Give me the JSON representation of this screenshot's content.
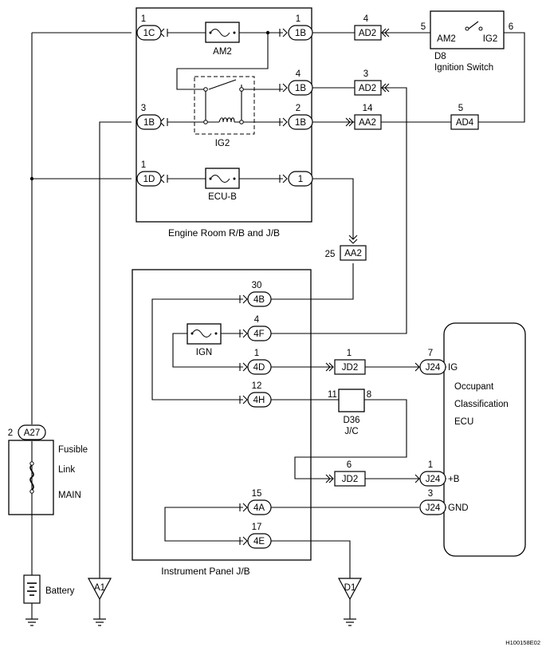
{
  "blocks": {
    "engine_room": "Engine Room R/B and J/B",
    "instrument_panel": "Instrument Panel J/B"
  },
  "fuses": {
    "am2": "AM2",
    "ecub": "ECU-B",
    "ign": "IGN"
  },
  "relay": {
    "ig2": "IG2"
  },
  "ignition_switch": {
    "code": "D8",
    "name": "Ignition Switch",
    "term_left": "AM2",
    "term_right": "IG2",
    "pin_left": "5",
    "pin_right": "6"
  },
  "fusible_link": {
    "line1": "Fusible",
    "line2": "Link",
    "line3": "MAIN"
  },
  "battery": {
    "label": "Battery"
  },
  "grounds": {
    "a1": "A1",
    "d1": "D1"
  },
  "ecu": {
    "line1": "Occupant",
    "line2": "Classification",
    "line3": "ECU"
  },
  "jc": {
    "code": "D36",
    "name": "J/C",
    "pin_left": "11",
    "pin_right": "8"
  },
  "ecu_terminals": {
    "ig": "IG",
    "b": "+B",
    "gnd": "GND"
  },
  "connectors": [
    {
      "id": "c1C",
      "code": "1C",
      "pin": "1"
    },
    {
      "id": "c1B_am2",
      "code": "1B",
      "pin": "1"
    },
    {
      "id": "cAD2_top",
      "code": "AD2",
      "pin": "4"
    },
    {
      "id": "c1B_relay",
      "code": "1B",
      "pin": "4"
    },
    {
      "id": "cAD2_relay",
      "code": "AD2",
      "pin": "3"
    },
    {
      "id": "c1B_left",
      "code": "1B",
      "pin": "3"
    },
    {
      "id": "c1B_coil",
      "code": "1B",
      "pin": "2"
    },
    {
      "id": "cAA2_mid",
      "code": "AA2",
      "pin": "14"
    },
    {
      "id": "cAD4",
      "code": "AD4",
      "pin": "5"
    },
    {
      "id": "c1D",
      "code": "1D",
      "pin": "1"
    },
    {
      "id": "c1_ecub",
      "code": "1",
      "pin": ""
    },
    {
      "id": "cAA2_low",
      "code": "AA2",
      "pin": "25"
    },
    {
      "id": "c4B",
      "code": "4B",
      "pin": "30"
    },
    {
      "id": "c4F",
      "code": "4F",
      "pin": "4"
    },
    {
      "id": "c4D",
      "code": "4D",
      "pin": "1"
    },
    {
      "id": "cJD2_top",
      "code": "JD2",
      "pin": "1"
    },
    {
      "id": "cJ24_ig",
      "code": "J24",
      "pin": "7"
    },
    {
      "id": "c4H",
      "code": "4H",
      "pin": "12"
    },
    {
      "id": "cJD2_bot",
      "code": "JD2",
      "pin": "6"
    },
    {
      "id": "cJ24_b",
      "code": "J24",
      "pin": "1"
    },
    {
      "id": "c4A",
      "code": "4A",
      "pin": "15"
    },
    {
      "id": "cJ24_gnd",
      "code": "J24",
      "pin": "3"
    },
    {
      "id": "c4E",
      "code": "4E",
      "pin": "17"
    },
    {
      "id": "cA27",
      "code": "A27",
      "pin": "2"
    }
  ],
  "figure_id": "H100158E02"
}
